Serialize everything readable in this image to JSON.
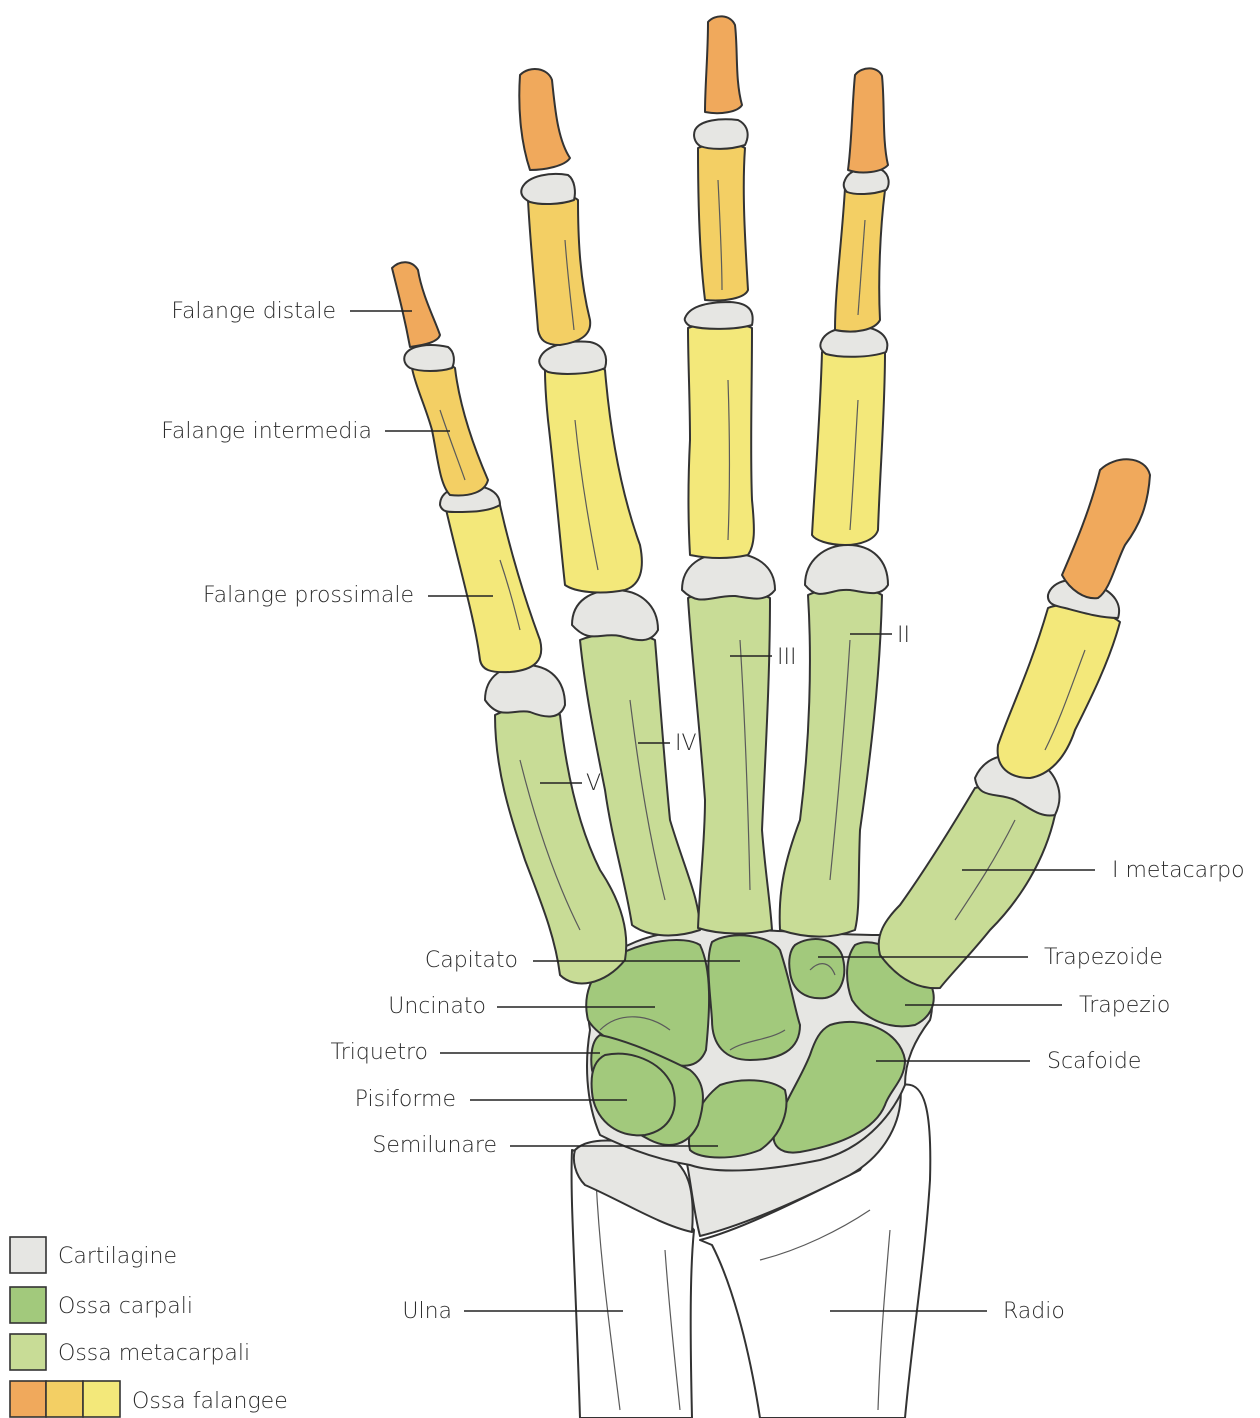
{
  "colors": {
    "cartilage": "#e6e6e3",
    "carpal": "#a2c97c",
    "metacarpal": "#c8dc96",
    "phalanx_distal": "#f0a95c",
    "phalanx_middle": "#f3cf64",
    "phalanx_proximal": "#f3e87a",
    "forearm": "#ffffff"
  },
  "labels": {
    "falange_distale": "Falange distale",
    "falange_intermedia": "Falange intermedia",
    "falange_prossimale": "Falange prossimale",
    "metacarpo_v": "V",
    "metacarpo_iv": "IV",
    "metacarpo_iii": "III",
    "metacarpo_ii": "II",
    "metacarpo_i": "I metacarpo",
    "capitato": "Capitato",
    "uncinato": "Uncinato",
    "triquetro": "Triquetro",
    "pisiforme": "Pisiforme",
    "semilunare": "Semilunare",
    "trapezoide": "Trapezoide",
    "trapezio": "Trapezio",
    "scafoide": "Scafoide",
    "ulna": "Ulna",
    "radio": "Radio"
  },
  "legend": [
    {
      "label": "Cartilagine",
      "swatches": [
        "cartilage"
      ]
    },
    {
      "label": "Ossa carpali",
      "swatches": [
        "carpal"
      ]
    },
    {
      "label": "Ossa metacarpali",
      "swatches": [
        "metacarpal"
      ]
    },
    {
      "label": "Ossa falangee",
      "swatches": [
        "phalanx_distal",
        "phalanx_middle",
        "phalanx_proximal"
      ]
    }
  ]
}
